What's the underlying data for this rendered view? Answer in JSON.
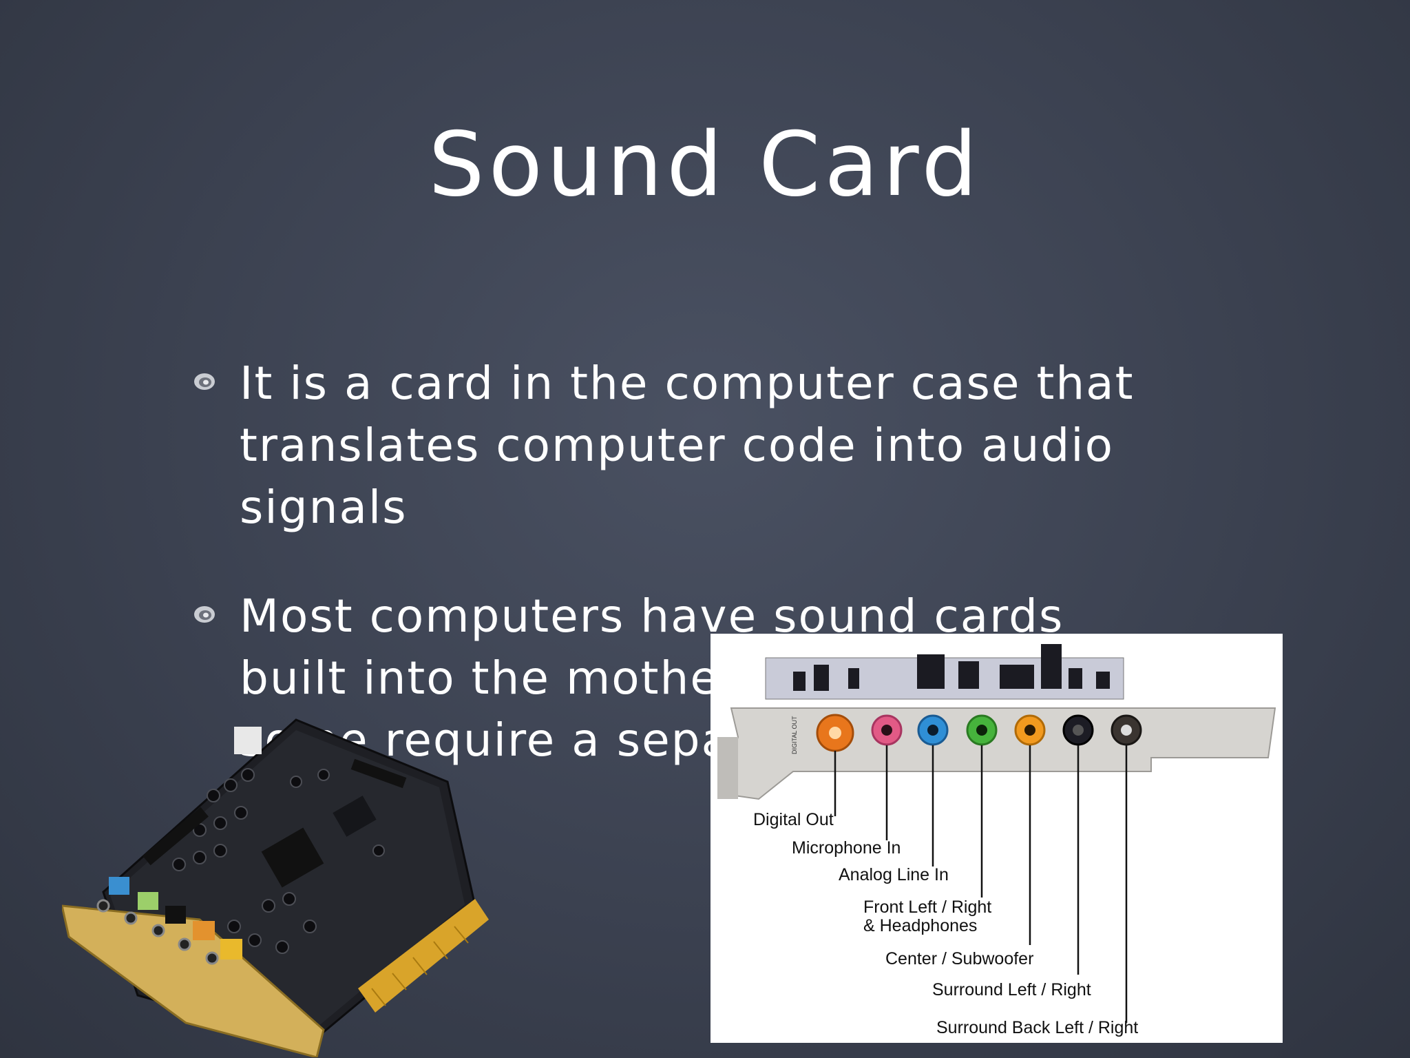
{
  "slide": {
    "title": "Sound Card",
    "bullets": [
      "It is a card in the computer case that translates computer code into audio signals",
      "Most computers have sound cards built into the motherboard, but some require a separate card"
    ]
  },
  "diagram": {
    "bracket_text": "DIGITAL OUT",
    "labels": {
      "digital_out": "Digital Out",
      "microphone_in": "Microphone In",
      "analog_line_in": "Analog Line In",
      "front_lr_line1": "Front Left / Right",
      "front_lr_line2": "& Headphones",
      "center_sub": "Center / Subwoofer",
      "surround_lr": "Surround Left / Right",
      "surround_back": "Surround Back Left / Right"
    },
    "jack_colors": {
      "digital_out": "#e8761c",
      "microphone": "#e25a86",
      "line_in": "#2f8fd6",
      "front": "#46b33c",
      "center": "#f29a1f",
      "surround": "#1c1c24",
      "surround_back": "#3a3430"
    }
  },
  "colors": {
    "background": "#3b4150",
    "text": "#ffffff"
  }
}
